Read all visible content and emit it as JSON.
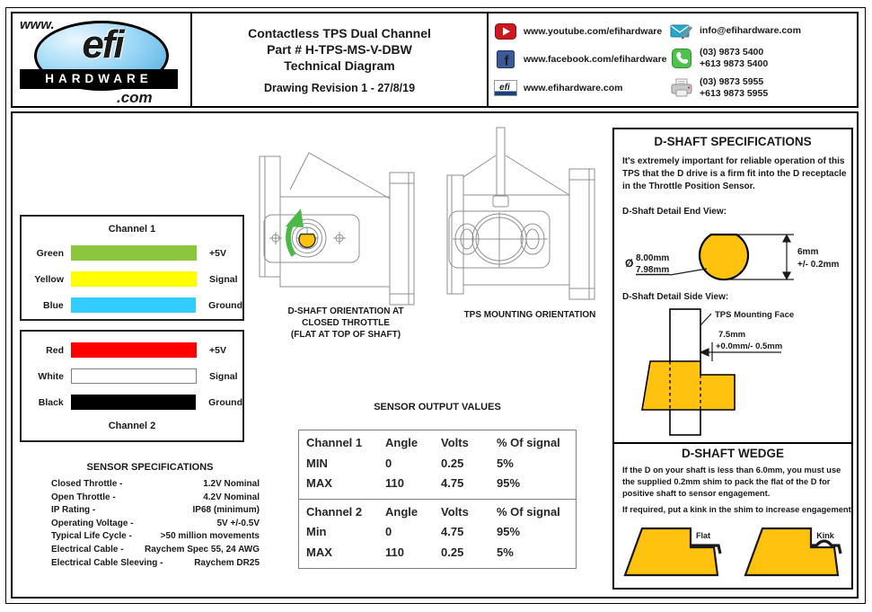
{
  "header": {
    "logo": {
      "www": "www.",
      "name": "efi",
      "hardware": "HARDWARE",
      "com": ".com"
    },
    "title": {
      "line1": "Contactless TPS Dual Channel",
      "line2": "Part # H-TPS-MS-V-DBW",
      "line3": "Technical Diagram",
      "revision": "Drawing Revision 1 - 27/8/19"
    },
    "links": [
      {
        "label": "www.youtube.com/efihardware"
      },
      {
        "label": "www.facebook.com/efihardware"
      },
      {
        "label": "www.efihardware.com"
      }
    ],
    "contacts": {
      "email": {
        "label": "info@efihardware.com"
      },
      "phone": {
        "line1": "(03) 9873 5400",
        "line2": "+613 9873 5400"
      },
      "fax": {
        "line1": "(03) 9873 5955",
        "line2": "+613 9873 5955"
      }
    }
  },
  "wiring": {
    "channel1": {
      "title": "Channel 1",
      "rows": [
        {
          "name": "Green",
          "color": "#8CC63F",
          "border": "#8CC63F",
          "func": "+5V"
        },
        {
          "name": "Yellow",
          "color": "#FFFF00",
          "border": "#FFFF00",
          "func": "Signal"
        },
        {
          "name": "Blue",
          "color": "#33CCFF",
          "border": "#33CCFF",
          "func": "Ground"
        }
      ]
    },
    "channel2": {
      "title": "Channel 2",
      "rows": [
        {
          "name": "Red",
          "color": "#FF0000",
          "border": "#FF0000",
          "func": "+5V"
        },
        {
          "name": "White",
          "color": "#FFFFFF",
          "border": "#7f7f7f",
          "func": "Signal"
        },
        {
          "name": "Black",
          "color": "#000000",
          "border": "#000000",
          "func": "Ground"
        }
      ]
    }
  },
  "specs": {
    "title": "SENSOR SPECIFICATIONS",
    "rows": [
      {
        "label": "Closed Throttle -",
        "value": "1.2V Nominal"
      },
      {
        "label": "Open Throttle -",
        "value": "4.2V Nominal"
      },
      {
        "label": "IP Rating -",
        "value": "IP68 (minimum)"
      },
      {
        "label": "Operating Voltage -",
        "value": "5V +/-0.5V"
      },
      {
        "label": "Typical Life Cycle -",
        "value": ">50 million movements"
      },
      {
        "label": "Electrical Cable -",
        "value": "Raychem Spec 55, 24 AWG"
      },
      {
        "label": "Electrical Cable Sleeving -",
        "value": "Raychem DR25"
      }
    ]
  },
  "drawings": {
    "caption1_line1": "D-SHAFT ORIENTATION AT",
    "caption1_line2": "CLOSED THROTTLE",
    "caption1_line3": "(FLAT AT TOP OF SHAFT)",
    "caption2": "TPS MOUNTING ORIENTATION"
  },
  "output": {
    "title": "SENSOR OUTPUT VALUES",
    "table1": {
      "cols": [
        "Channel 1",
        "Angle",
        "Volts",
        "% Of signal"
      ],
      "rows": [
        [
          "MIN",
          "0",
          "0.25",
          "5%"
        ],
        [
          "MAX",
          "110",
          "4.75",
          "95%"
        ]
      ]
    },
    "table2": {
      "cols": [
        "Channel 2",
        "Angle",
        "Volts",
        "% Of signal"
      ],
      "rows": [
        [
          "Min",
          "0",
          "4.75",
          "95%"
        ],
        [
          "MAX",
          "110",
          "0.25",
          "5%"
        ]
      ]
    }
  },
  "dshaft": {
    "title": "D-SHAFT SPECIFICATIONS",
    "intro": "It's extremely important for reliable operation of this TPS that the D drive is a firm fit into the D receptacle in the Throttle Position Sensor.",
    "end_view_label": "D-Shaft Detail End View:",
    "dia_symbol": "Ø",
    "dia_top": "8.00mm",
    "dia_bottom": "7.98mm",
    "height_dim": "6mm",
    "height_tol": "+/- 0.2mm",
    "side_view_label": "D-Shaft Detail Side View:",
    "mounting_face": "TPS Mounting Face",
    "depth_dim": "7.5mm",
    "depth_tol": "+0.0mm/- 0.5mm",
    "wedge_title": "D-SHAFT WEDGE",
    "wedge_p1": "If the D on your shaft is less than 6.0mm, you must use the supplied 0.2mm shim to pack the flat of the D for positive shaft to sensor engagement.",
    "wedge_p2": "If required, put a kink in the shim to increase engagement",
    "flat_label": "Flat",
    "kink_label": "Kink",
    "yellow": "#FFC20E",
    "arrow_green": "#4CB848"
  }
}
